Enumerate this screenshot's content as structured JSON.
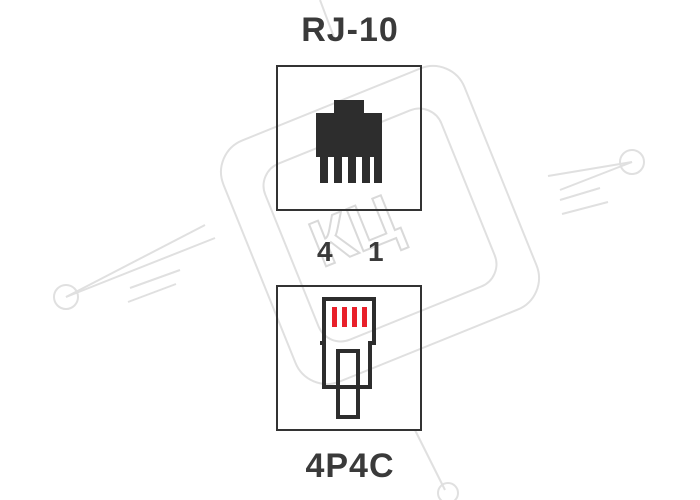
{
  "socket": {
    "title": "RJ-10",
    "icon": "rj10-socket-icon"
  },
  "plug": {
    "title": "4P4C",
    "icon": "4p4c-plug-icon",
    "pin_left_label": "4",
    "pin_right_label": "1",
    "contact_color": "#e8202a"
  },
  "watermark": {
    "text": "КЦ",
    "color": "#d9d9d9"
  }
}
